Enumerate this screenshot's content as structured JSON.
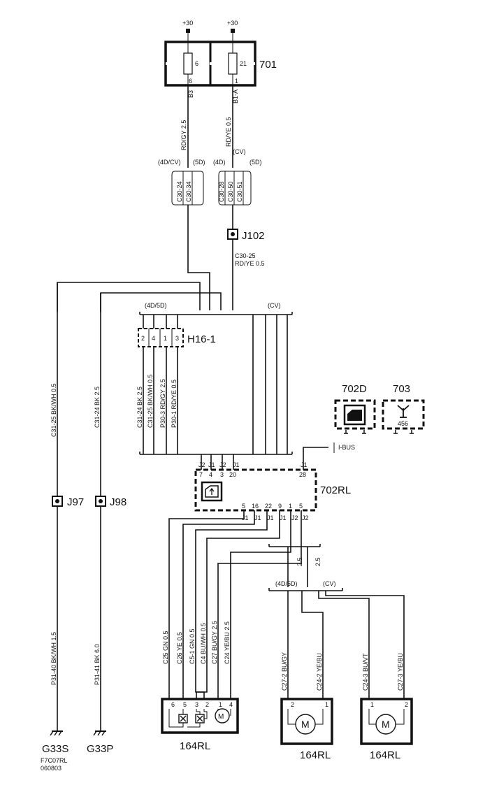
{
  "supply": [
    "+30",
    "+30"
  ],
  "fusebox": {
    "id": "701",
    "fuses": [
      {
        "num": "6",
        "pin": "6",
        "loc": "B3"
      },
      {
        "num": "21",
        "pin": "1",
        "loc": "B1-A"
      }
    ]
  },
  "wires_top": [
    "RD/GY  2.5",
    "RD/YE  0.5"
  ],
  "variants": {
    "4dcv": "(4D/CV)",
    "5d": "(5D)",
    "4d": "(4D)",
    "cv": "(CV)",
    "4d5d": "(4D/5D)"
  },
  "connectors_top": [
    "C30-24",
    "C30-34",
    "C30-28",
    "C30-50",
    "C30-51"
  ],
  "j102": {
    "id": "J102",
    "wire1": "C30-25",
    "wire2": "RD/YE  0.5"
  },
  "h161": {
    "id": "H16-1",
    "pins": [
      "2",
      "4",
      "1",
      "3"
    ]
  },
  "h161_wires": [
    "C31-24  BK  2.5",
    "C31-25  BK/WH  0.5",
    "P30-3  RD/GY  2.5",
    "P30-1  RD/YE  0.5"
  ],
  "ground_wires": {
    "left_upper": "C31-25  BK/WH  0.5",
    "right_upper": "C31-24  BK  2.5",
    "left_lower": "P31-40  BK/WH  1.5",
    "right_lower": "P31-41  BK  6.0"
  },
  "junctions": {
    "j97": "J97",
    "j98": "J98"
  },
  "grounds": {
    "g33s": "G33S",
    "g33p": "G33P"
  },
  "module_702rl": {
    "id": "702RL",
    "top_conn": [
      "J2",
      "J1",
      "J2",
      "J1",
      "J1"
    ],
    "top_pins": [
      "7",
      "4",
      "3",
      "20",
      "28"
    ],
    "bottom_pins": [
      "5",
      "16",
      "22",
      "9",
      "1",
      "5"
    ],
    "bottom_conn": [
      "J1",
      "J1",
      "J1",
      "J1",
      "J2",
      "J2"
    ]
  },
  "ibus": "I-BUS",
  "module_702d": "702D",
  "module_703": {
    "id": "703",
    "code": "456"
  },
  "left_motor_wires": [
    "C25  GN  0.5",
    "C26  YE  0.5",
    "C5-1  GN  0.5",
    "C4  BU/WH  0.5",
    "C27  BU/GY  2.5",
    "C24  YE/BU  2.5"
  ],
  "left_motor_pins": [
    "6",
    "5",
    "3",
    "2",
    "1",
    "4"
  ],
  "wire_size_labels": [
    "2.5",
    "2.5"
  ],
  "right_motor_wires": [
    "C27-2  BU/GY",
    "C24-2  YE/BU",
    "C24-3  BU/VT",
    "C27-3  YE/BU"
  ],
  "motor_pins": {
    "m2": [
      "2",
      "1"
    ],
    "m3": [
      "1",
      "2"
    ]
  },
  "motor_labels": [
    "164RL",
    "164RL",
    "164RL"
  ],
  "motor_symbol": "M",
  "footer": {
    "code": "F7C07RL",
    "date": "060803"
  }
}
